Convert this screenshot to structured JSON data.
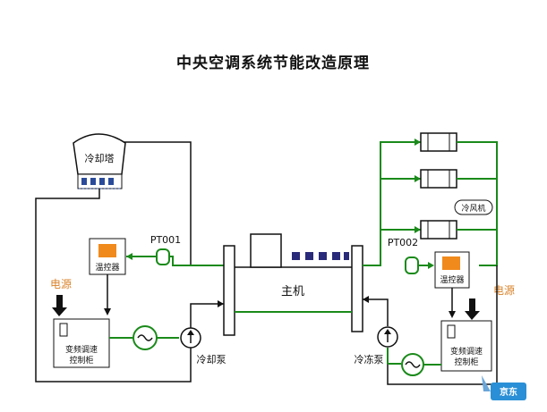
{
  "title": "中央空调系统节能改造原理",
  "labels": {
    "cooling_tower": "冷却塔",
    "host": "主机",
    "pt001": "PT001",
    "pt002": "PT002",
    "temp_controller_left": "温控器",
    "temp_controller_right": "温控器",
    "power_left": "电源",
    "power_right": "电源",
    "vfd_left_line1": "变频调速",
    "vfd_left_line2": "控制柜",
    "vfd_right_line1": "变频调速",
    "vfd_right_line2": "控制柜",
    "cooling_pump": "冷却泵",
    "chilled_pump": "冷冻泵",
    "fan_coil": "冷风机",
    "logo": "京东"
  },
  "colors": {
    "pipe_green": "#1a8a1a",
    "pipe_black": "#111111",
    "orange_text": "#d9832b",
    "orange_box": "#f08a1c",
    "compressor_blue": "#2a2a7a",
    "logo_blue": "#2a8fd6"
  }
}
